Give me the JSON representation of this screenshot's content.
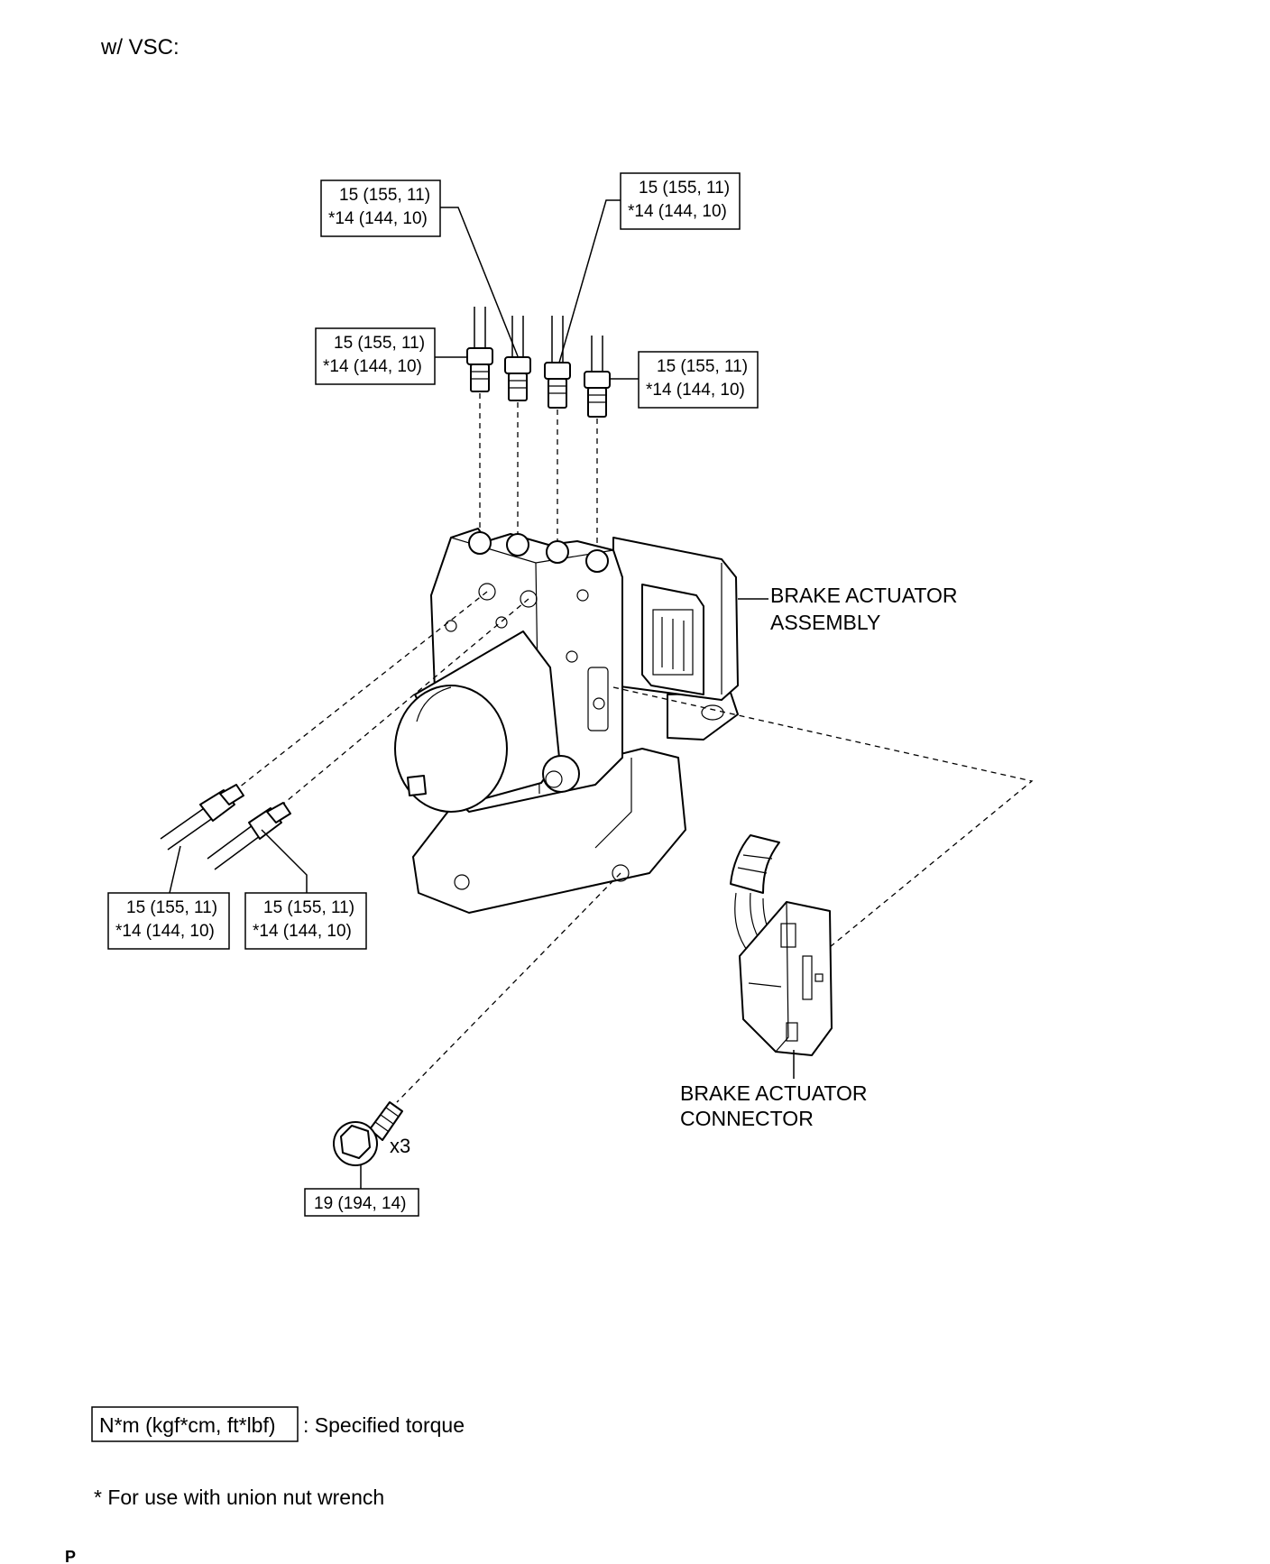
{
  "header": {
    "condition": "w/ VSC:"
  },
  "torque_labels": [
    {
      "id": "top-left",
      "line1": "15 (155, 11)",
      "line2": "*14 (144, 10)"
    },
    {
      "id": "top-right",
      "line1": "15 (155, 11)",
      "line2": "*14 (144, 10)"
    },
    {
      "id": "mid-left",
      "line1": "15 (155, 11)",
      "line2": "*14 (144, 10)"
    },
    {
      "id": "mid-right",
      "line1": "15 (155, 11)",
      "line2": "*14 (144, 10)"
    },
    {
      "id": "low-left-1",
      "line1": "15 (155, 11)",
      "line2": "*14 (144, 10)"
    },
    {
      "id": "low-left-2",
      "line1": "15 (155, 11)",
      "line2": "*14 (144, 10)"
    }
  ],
  "bolt": {
    "torque": "19 (194, 14)",
    "quantity": "x3"
  },
  "parts": {
    "actuator_line1": "BRAKE ACTUATOR",
    "actuator_line2": "ASSEMBLY",
    "connector_line1": "BRAKE ACTUATOR",
    "connector_line2": "CONNECTOR"
  },
  "legend": {
    "unit_box": "N*m (kgf*cm, ft*lbf)",
    "unit_desc": ": Specified torque",
    "note": "* For use with union nut wrench"
  },
  "footer": {
    "mark": "P"
  }
}
